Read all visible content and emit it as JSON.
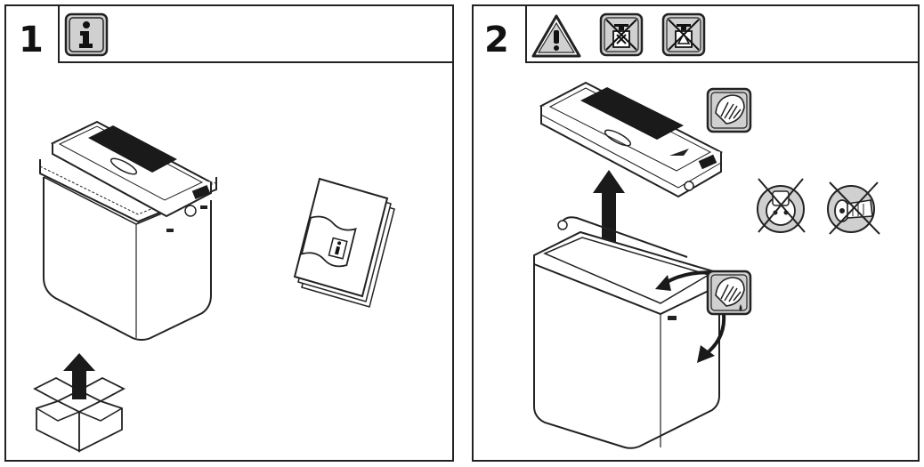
{
  "steps": [
    {
      "number": "1",
      "icons": [
        "info-icon"
      ]
    },
    {
      "number": "2",
      "icons": [
        "warning-icon",
        "no-solvent-spray-icon",
        "no-abrasive-cleaner-icon"
      ]
    }
  ],
  "illustrations": {
    "step1": [
      "cooler-box",
      "manual-booklet",
      "unpack-box-arrow"
    ],
    "step2": [
      "lid-lift-arrow",
      "wipe-lid-icon",
      "wipe-box-icon",
      "no-plug-socket-icon",
      "no-cigarette-socket-icon"
    ]
  },
  "colors": {
    "line": "#222222",
    "vent": "#1a1a1a",
    "icon_bg": "#d0d0d0"
  }
}
